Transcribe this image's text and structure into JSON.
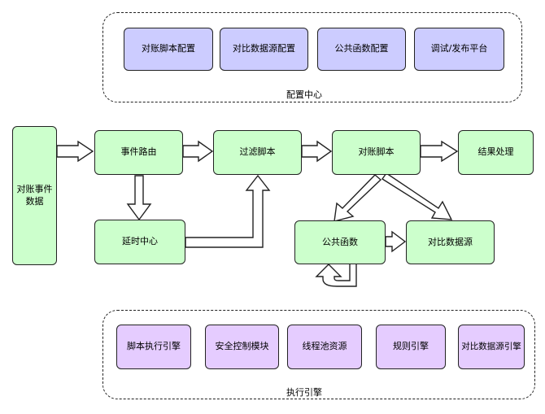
{
  "config_center": {
    "label": "配置中心",
    "items": [
      "对账脚本配置",
      "对比数据源配置",
      "公共函数配置",
      "调试/发布平台"
    ]
  },
  "flow": {
    "event_data": "对账事件\n数据",
    "event_routing": "事件路由",
    "delay_center": "延时中心",
    "filter_script": "过滤脚本",
    "reconcile_script": "对账脚本",
    "result_processing": "结果处理",
    "common_functions": "公共函数",
    "compare_datasource": "对比数据源"
  },
  "exec_engine": {
    "label": "执行引擎",
    "items": [
      "脚本执行引擎",
      "安全控制模块",
      "线程池资源",
      "规则引擎",
      "对比数据源引擎"
    ]
  },
  "colors": {
    "config_fill": "#ccccff",
    "flow_fill": "#ccffcc",
    "exec_fill": "#e5ccff"
  }
}
